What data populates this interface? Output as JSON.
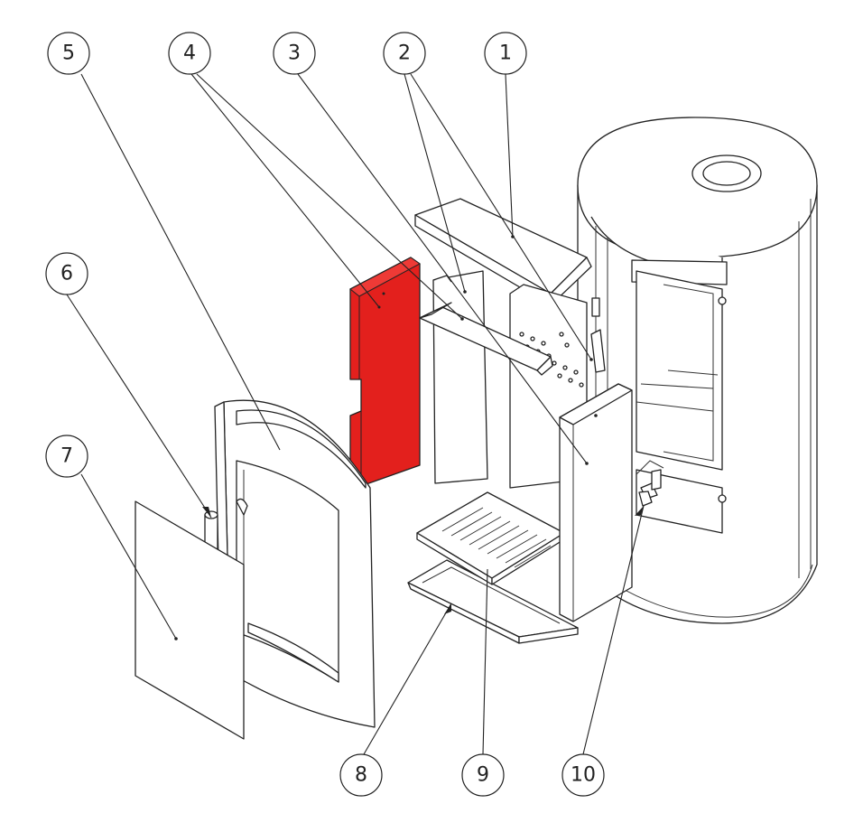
{
  "callouts": [
    {
      "id": "1",
      "label": "1"
    },
    {
      "id": "2",
      "label": "2"
    },
    {
      "id": "3",
      "label": "3"
    },
    {
      "id": "4",
      "label": "4"
    },
    {
      "id": "5",
      "label": "5"
    },
    {
      "id": "6",
      "label": "6"
    },
    {
      "id": "7",
      "label": "7"
    },
    {
      "id": "8",
      "label": "8"
    },
    {
      "id": "9",
      "label": "9"
    },
    {
      "id": "10",
      "label": "10"
    }
  ],
  "colors": {
    "highlight_part": "#e3201d",
    "lines": "#222222",
    "background": "#ffffff"
  }
}
